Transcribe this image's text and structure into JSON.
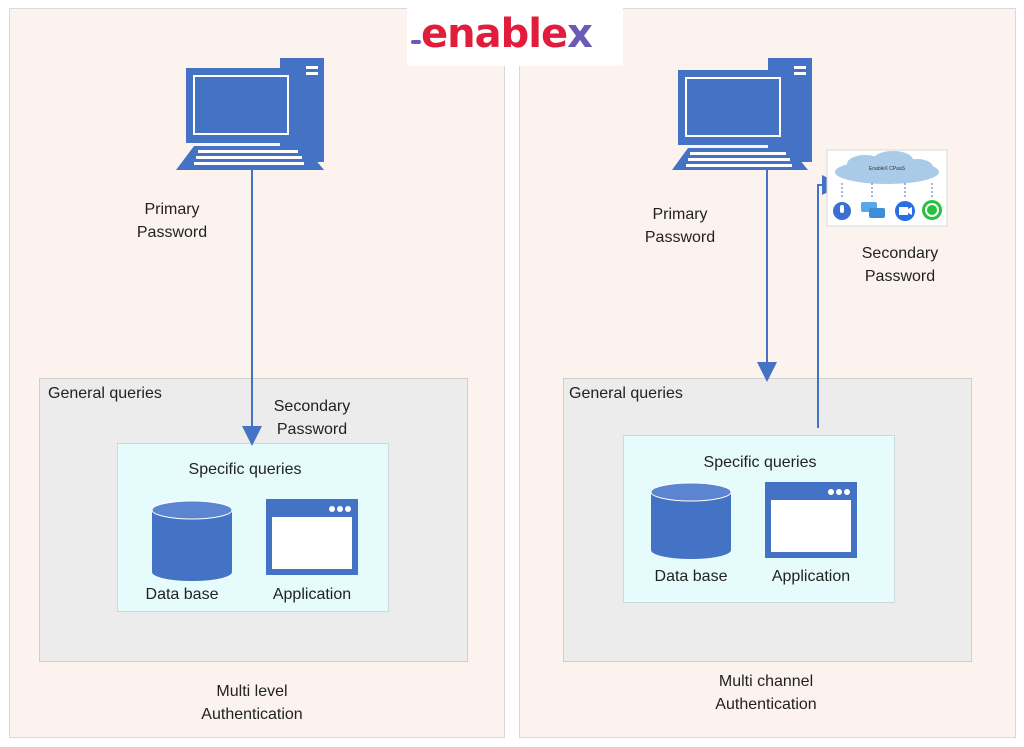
{
  "logo": {
    "text_main": "enable",
    "text_x": "x"
  },
  "left_panel": {
    "primary_password": "Primary\nPassword",
    "secondary_password": "Secondary\nPassword",
    "general_queries": "General queries",
    "specific_queries": "Specific queries",
    "database_label": "Data base",
    "application_label": "Application",
    "caption": "Multi level\nAuthentication"
  },
  "right_panel": {
    "primary_password": "Primary\nPassword",
    "secondary_password": "Secondary\nPassword",
    "general_queries": "General queries",
    "specific_queries": "Specific queries",
    "database_label": "Data base",
    "application_label": "Application",
    "caption": "Multi channel\nAuthentication",
    "cloud_label": "EnableX CPaaS"
  },
  "colors": {
    "panel_bg": "#fcf3ee",
    "general_bg": "#ececec",
    "specific_bg": "#e6fcfc",
    "icon_blue": "#4472c4",
    "arrow_blue": "#4472c4",
    "brand_red": "#e01e3c",
    "brand_purple": "#6b5bb5"
  },
  "icons": [
    "computer-icon",
    "database-icon",
    "application-window-icon",
    "cloud-icon",
    "microphone-icon",
    "chat-icon",
    "video-icon",
    "whatsapp-icon"
  ]
}
